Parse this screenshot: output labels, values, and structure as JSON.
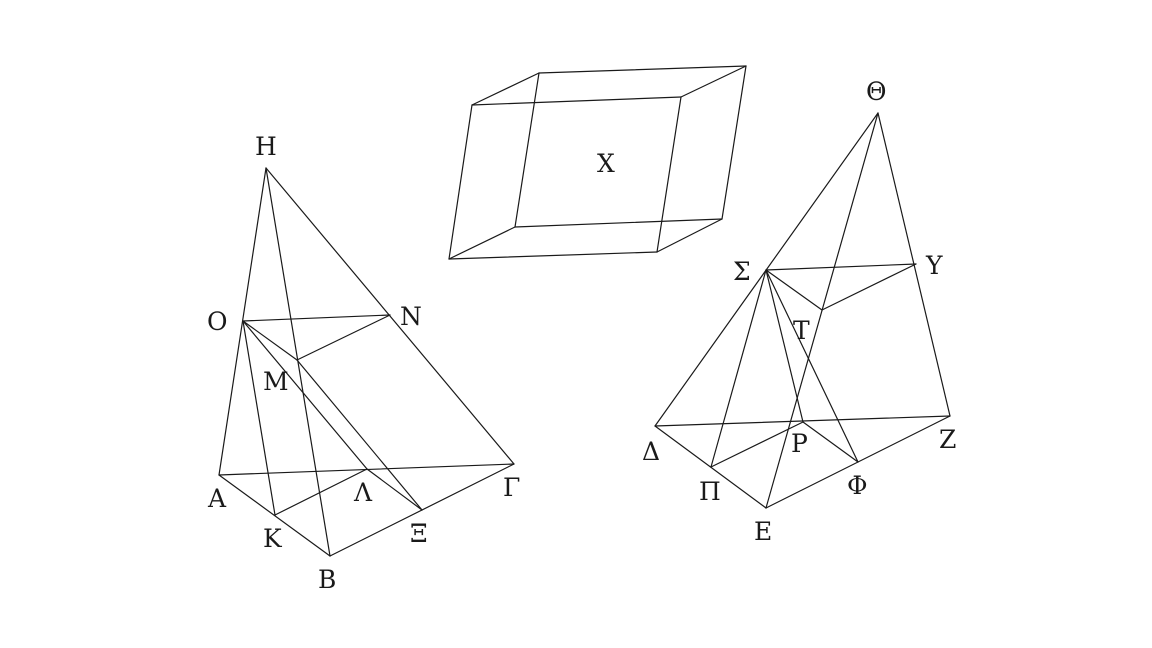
{
  "figures": [
    {
      "name": "pyramid-left",
      "labels": {
        "H": "Η",
        "O": "Ο",
        "N": "Ν",
        "M": "Μ",
        "A": "Α",
        "K": "Κ",
        "B": "Β",
        "L": "Λ",
        "X": "Ξ",
        "G": "Γ"
      }
    },
    {
      "name": "parallelepiped-middle",
      "labels": {
        "C": "Χ"
      }
    },
    {
      "name": "pyramid-right",
      "labels": {
        "TH": "Θ",
        "S": "Σ",
        "Y": "Υ",
        "T": "Τ",
        "D": "Δ",
        "P": "Π",
        "R": "Ρ",
        "Z": "Ζ",
        "F": "Φ",
        "E": "Ε"
      }
    }
  ],
  "colors": {
    "stroke": "#1a1a1a",
    "background": "#ffffff"
  }
}
